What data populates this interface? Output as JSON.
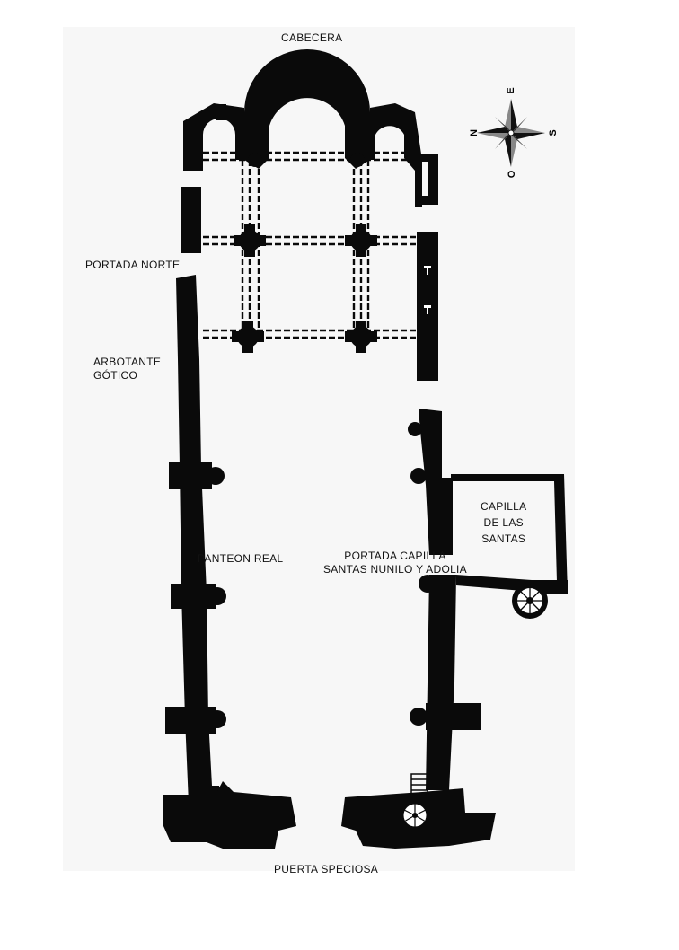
{
  "labels": {
    "cabecera": "CABECERA",
    "portada_norte": "PORTADA NORTE",
    "arbotante": [
      "ARBOTANTE",
      "GÓTICO"
    ],
    "panteon": "PANTEON REAL",
    "portada_capilla": [
      "PORTADA CAPILLA",
      "SANTAS NUNILO Y ADOLIA"
    ],
    "capilla": [
      "CAPILLA",
      "DE LAS",
      "SANTAS"
    ],
    "puerta": "PUERTA SPECIOSA"
  },
  "compass": {
    "north": "N",
    "south": "S",
    "east": "E",
    "west": "O"
  },
  "colors": {
    "wall": "#0a0a0a",
    "paper": "#ffffff"
  }
}
